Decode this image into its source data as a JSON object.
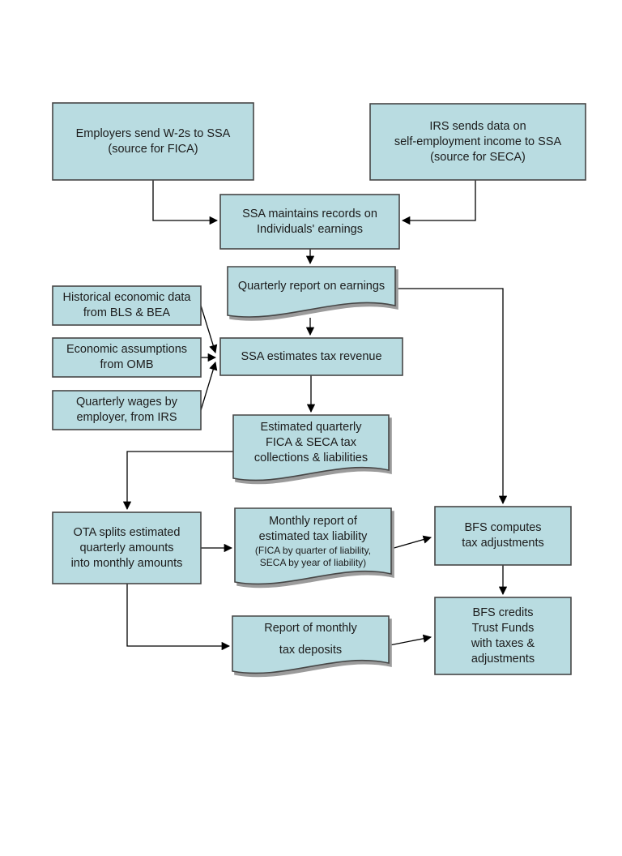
{
  "title": "SSA tax revenue estimation flowchart",
  "colors": {
    "node_fill": "#b9dce1",
    "node_border": "#464646",
    "connector": "#000000",
    "document_shadow": "#9b9b9b",
    "text": "#1c1c1c",
    "background": "#ffffff"
  },
  "nodes": {
    "employers": {
      "lines": [
        "Employers send W-2s to SSA",
        "(source for FICA)"
      ]
    },
    "irs_data": {
      "lines": [
        "IRS sends data on",
        "self-employment income to SSA",
        "(source for SECA)"
      ]
    },
    "ssa_records": {
      "lines": [
        "SSA maintains records on",
        "Individuals'  earnings"
      ]
    },
    "quarterly_report": {
      "lines": [
        "Quarterly  report on earnings"
      ]
    },
    "historical_data": {
      "lines": [
        "Historical economic data",
        "from BLS & BEA"
      ]
    },
    "econ_assumptions": {
      "lines": [
        "Economic assumptions",
        "from OMB"
      ]
    },
    "quarterly_wages": {
      "lines": [
        "Quarterly  wages by",
        "employer, from IRS"
      ]
    },
    "ssa_estimates": {
      "lines": [
        "SSA estimates tax revenue"
      ]
    },
    "estimated_quarterly": {
      "lines": [
        "Estimated quarterly",
        "FICA & SECA tax",
        "collections  & liabilities"
      ]
    },
    "ota_splits": {
      "lines": [
        "OTA splits estimated",
        "quarterly  amounts",
        "into monthly  amounts"
      ]
    },
    "monthly_report": {
      "lines": [
        "Monthly  report of",
        "estimated tax liability"
      ],
      "small_lines": [
        "(FICA by quarter  of liability,",
        "SECA by year of liability)"
      ]
    },
    "bfs_computes": {
      "lines": [
        "BFS computes",
        "tax adjustments"
      ]
    },
    "bfs_credits": {
      "lines": [
        "BFS credits",
        "Trust  Funds",
        "with taxes &",
        "adjustments"
      ]
    },
    "monthly_deposits": {
      "lines": [
        "Report of monthly",
        "tax deposits"
      ]
    }
  }
}
